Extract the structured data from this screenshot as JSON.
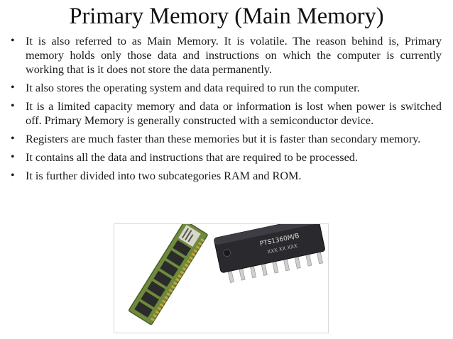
{
  "slide": {
    "title": "Primary Memory (Main Memory)",
    "bullet_marker": "•",
    "bullets": [
      "It is also referred to as Main Memory. It is volatile. The reason behind is, Primary memory holds only those data and instructions on which the computer is currently working that is it does not store the data permanently.",
      "It also stores the operating system and data required to run the computer.",
      "It is a limited capacity memory and data or information is lost when power is switched off. Primary Memory is generally constructed with a semiconductor device.",
      "Registers are much faster than these memories but it is faster than secondary memory.",
      "It contains all the data and instructions that are required to be processed.",
      "It is further divided into two subcategories RAM and ROM."
    ]
  },
  "figure": {
    "ram_icon": "ram-module-icon",
    "chip_icon": "ic-chip-icon",
    "chip_marking_1": "PTS1360M/B",
    "chip_marking_2": "XXX XX XXX",
    "colors": {
      "pcb": "#6f8a3c",
      "pcb_dark": "#4b5f25",
      "ram_chip": "#2b2b2b",
      "gold_contacts": "#c9a43a",
      "ic_body": "#2a2a2e",
      "ic_pins": "#cfcfcf"
    }
  }
}
